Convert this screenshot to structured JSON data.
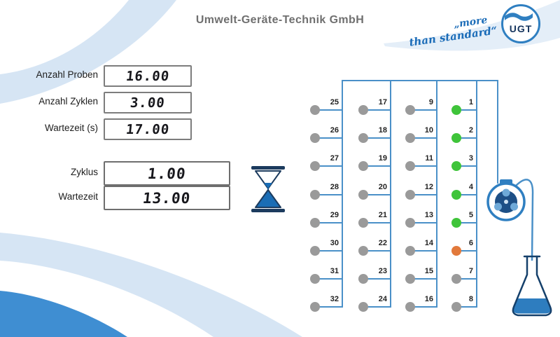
{
  "header": {
    "title": "Umwelt-Geräte-Technik GmbH",
    "slogan_line1": "„more",
    "slogan_line2": "than standard“",
    "logo_text": "UGT"
  },
  "settings": {
    "fields": [
      {
        "label": "Anzahl Proben",
        "value": "16.00"
      },
      {
        "label": "Anzahl Zyklen",
        "value": "3.00"
      },
      {
        "label": "Wartezeit (s)",
        "value": "17.00"
      }
    ]
  },
  "status": {
    "fields": [
      {
        "label": "Zyklus",
        "value": "1.00"
      },
      {
        "label": "Wartezeit",
        "value": "13.00"
      }
    ]
  },
  "sampler": {
    "columns": [
      {
        "numbers": [
          25,
          26,
          27,
          28,
          29,
          30,
          31,
          32
        ]
      },
      {
        "numbers": [
          17,
          18,
          19,
          20,
          21,
          22,
          23,
          24
        ]
      },
      {
        "numbers": [
          9,
          10,
          11,
          12,
          13,
          14,
          15,
          16
        ]
      },
      {
        "numbers": [
          1,
          2,
          3,
          4,
          5,
          6,
          7,
          8
        ]
      }
    ],
    "states": {
      "green": [
        1,
        2,
        3,
        4,
        5
      ],
      "orange": [
        6
      ]
    },
    "default_state": "gray"
  },
  "colors": {
    "green": "#3fc43a",
    "orange": "#e2793b",
    "gray": "#9a9a9a",
    "pipe": "#4a90c8",
    "accent": "#2f7fc1",
    "navy": "#1c3b5e"
  }
}
